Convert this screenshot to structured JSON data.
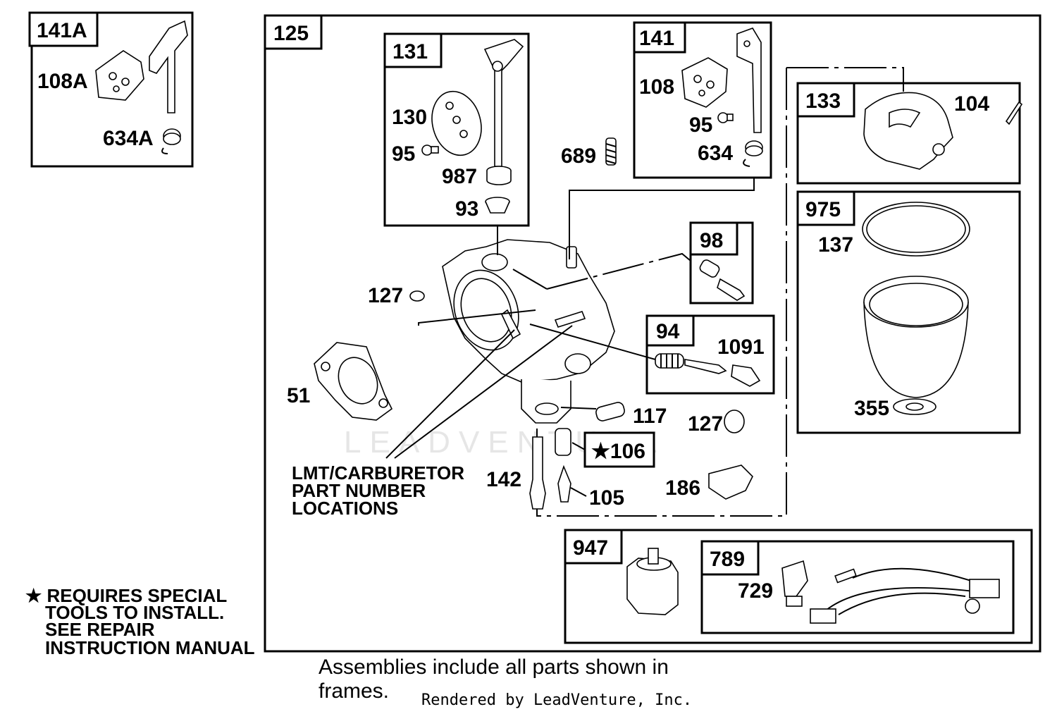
{
  "frames": {
    "f141A": "141A",
    "f125": "125",
    "f131": "131",
    "f141": "141",
    "f133": "133",
    "f975": "975",
    "f98": "98",
    "f94": "94",
    "f947": "947",
    "f789": "789"
  },
  "parts": {
    "p108A": "108A",
    "p634A": "634A",
    "p130": "130",
    "p95a": "95",
    "p987": "987",
    "p93": "93",
    "p689": "689",
    "p108": "108",
    "p95b": "95",
    "p634": "634",
    "p104": "104",
    "p137": "137",
    "p355": "355",
    "p127a": "127",
    "p1091": "1091",
    "p51": "51",
    "p117": "117",
    "p127b": "127",
    "p106": "★106",
    "p142": "142",
    "p105": "105",
    "p186": "186",
    "p729": "729"
  },
  "callout": {
    "line1": "LMT/CARBURETOR",
    "line2": "PART NUMBER",
    "line3": "LOCATIONS"
  },
  "note": {
    "line1": "★ REQUIRES SPECIAL",
    "line2": "TOOLS TO INSTALL.",
    "line3": "SEE REPAIR",
    "line4": "INSTRUCTION MANUAL"
  },
  "footer": {
    "line1": "Assemblies include all parts shown in",
    "line2": "frames."
  },
  "credit": "Rendered by LeadVenture, Inc.",
  "watermark": "LEADVENTURE"
}
